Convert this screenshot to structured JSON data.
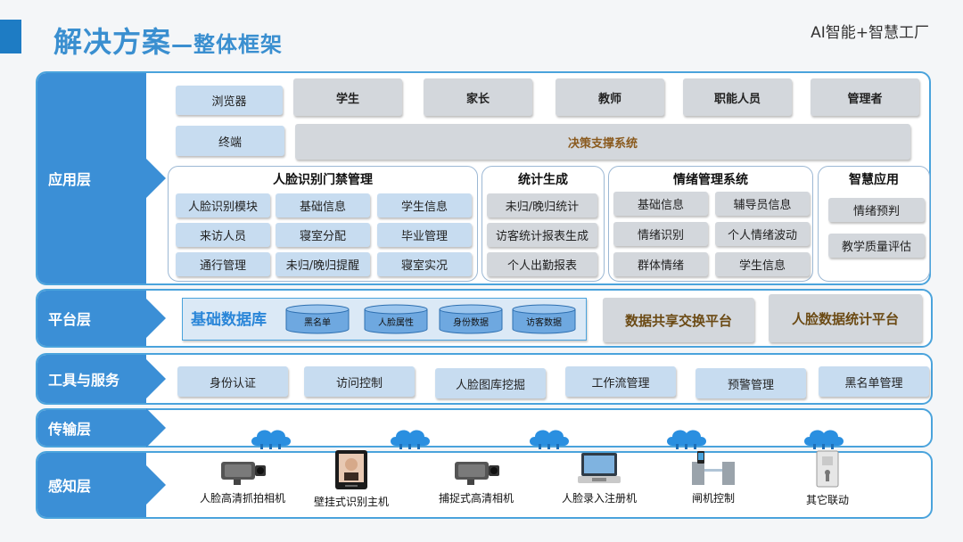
{
  "header": {
    "title_main": "解决方案",
    "title_sub": "—整体框架",
    "brand": "AI智能+智慧工厂"
  },
  "layers": {
    "app": "应用层",
    "platform": "平台层",
    "tools": "工具与服务",
    "transport": "传输层",
    "perception": "感知层"
  },
  "app": {
    "browser": "浏览器",
    "terminal": "终端",
    "roles": [
      "学生",
      "家长",
      "教师",
      "职能人员",
      "管理者"
    ],
    "decision": "决策支撑系统",
    "face_access": {
      "title": "人脸识别门禁管理",
      "items": [
        "人脸识别模块",
        "基础信息",
        "学生信息",
        "来访人员",
        "寝室分配",
        "毕业管理",
        "通行管理",
        "未归/晚归提醒",
        "寝室实况"
      ]
    },
    "stats": {
      "title": "统计生成",
      "items": [
        "未归/晚归统计",
        "访客统计报表生成",
        "个人出勤报表"
      ]
    },
    "emotion": {
      "title": "情绪管理系统",
      "items": [
        "基础信息",
        "辅导员信息",
        "情绪识别",
        "个人情绪波动",
        "群体情绪",
        "学生信息"
      ]
    },
    "smart": {
      "title": "智慧应用",
      "items": [
        "情绪预判",
        "教学质量评估"
      ]
    }
  },
  "platform": {
    "db_title": "基础数据库",
    "db_items": [
      "黑名单",
      "人脸属性",
      "身份数据",
      "访客数据"
    ],
    "exchange": "数据共享交换平台",
    "face_stats": "人脸数据统计平台"
  },
  "tools": [
    "身份认证",
    "访问控制",
    "人脸图库挖掘",
    "工作流管理",
    "预警管理",
    "黑名单管理"
  ],
  "devices": [
    "人脸高清抓拍相机",
    "壁挂式识别主机",
    "捕捉式高清相机",
    "人脸录入注册机",
    "闸机控制",
    "其它联动"
  ],
  "colors": {
    "accent": "#3b8fd6",
    "border": "#4aa3dc",
    "light_box": "#c7dcf0",
    "gray_box": "#d3d7dc",
    "decision_text": "#8a5a1e",
    "db_title": "#2a86d8"
  }
}
